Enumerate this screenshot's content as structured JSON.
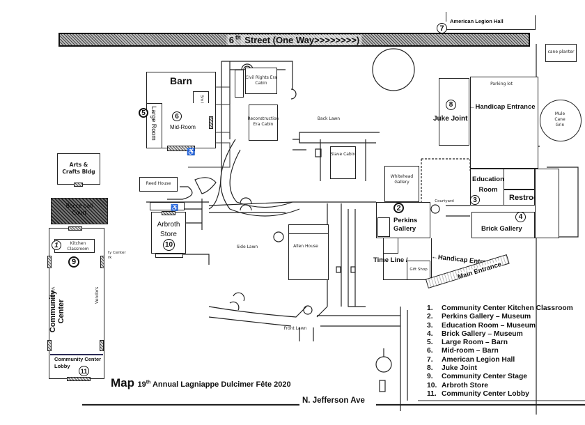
{
  "map": {
    "title": "Map",
    "subtitle": "19th Annual Lagniappe Dulcimer Fête 2020",
    "subtitle_parts": {
      "pre": "19",
      "sup": "th",
      "post": " Annual Lagniappe Dulcimer Fête 2020"
    }
  },
  "streets": {
    "north": {
      "ordinal": "6",
      "sup": "th",
      "rest": " Street (One Way>>>>>>>>)"
    },
    "south": "N. Jefferson Ave"
  },
  "buildings": {
    "american_legion": {
      "number": "7",
      "label": "American  Legion Hall"
    },
    "barn": {
      "label": "Barn",
      "sm_room": "Sm Room",
      "large_room": "Large Room",
      "large_room_number": "5",
      "mid_room": "Mid-Room",
      "mid_room_number": "6"
    },
    "civil_rights": "Civil Rights Era Cabin",
    "reconstruction": "Reconstruction Era Cabin",
    "back_lawn": "Back Lawn",
    "slave_cabin": "Slave Cabin",
    "cane_planter": "cane planter",
    "parking_lot": "Parking lot",
    "mule_cane_grin": [
      "Mule",
      "Cane",
      "Grin"
    ],
    "juke_joint": {
      "number": "8",
      "label": "Juke Joint"
    },
    "handicap_entrance_1": "←Handicap Entrance",
    "arts_crafts": [
      "Arts &",
      "Crafts Bldg"
    ],
    "bocce": [
      "Bocce ball",
      "Court"
    ],
    "reed_house": "Reed House",
    "arbroth": {
      "label1": "Arbroth",
      "label2": "Store",
      "number": "10"
    },
    "whitehead": "Whitehead Gallery",
    "courtyard": "Courtyard",
    "perkins": {
      "number": "2",
      "label1": "Perkins",
      "label2": "Gallery"
    },
    "education": {
      "label1": "Education",
      "label2": "Room",
      "number": "3"
    },
    "restrooms": "Restrooms",
    "brick": {
      "label": "Brick Gallery",
      "number": "4"
    },
    "side_lawn": "Side Lawn",
    "allen_house": "Allen House",
    "time_line": "Time Line /",
    "gift_shop": "Gift Shop",
    "handicap_entrance_2": "←Handicap Entrance",
    "main_entrance": "Main Entrance",
    "front_lawn": "Front Lawn",
    "community_center": {
      "label": "Community Center",
      "kitchen_number": "1",
      "kitchen1": "Kitchen",
      "kitchen2": "Classroom",
      "stage_number": "9",
      "vendors_left": "Vendors",
      "vendors_right": "Vendors",
      "lobby1": "Community Center",
      "lobby2": "Lobby",
      "lobby_number": "11",
      "side_note1": "ty Center",
      "side_note2": "rk"
    }
  },
  "legend": [
    {
      "n": "1.",
      "text": "Community Center Kitchen Classroom"
    },
    {
      "n": "2.",
      "text": "Perkins Gallery – Museum"
    },
    {
      "n": "3.",
      "text": "Education Room – Museum"
    },
    {
      "n": "4.",
      "text": "Brick Gallery – Museum"
    },
    {
      "n": "5.",
      "text": "Large Room – Barn"
    },
    {
      "n": "6.",
      "text": "Mid-room – Barn"
    },
    {
      "n": "7.",
      "text": "American Legion Hall"
    },
    {
      "n": "8.",
      "text": "Juke Joint"
    },
    {
      "n": "9.",
      "text": "Community Center Stage"
    },
    {
      "n": "10.",
      "text": "Arbroth Store"
    },
    {
      "n": "11.",
      "text": "Community Center Lobby"
    }
  ],
  "icons": {
    "wheelchair": "♿"
  }
}
